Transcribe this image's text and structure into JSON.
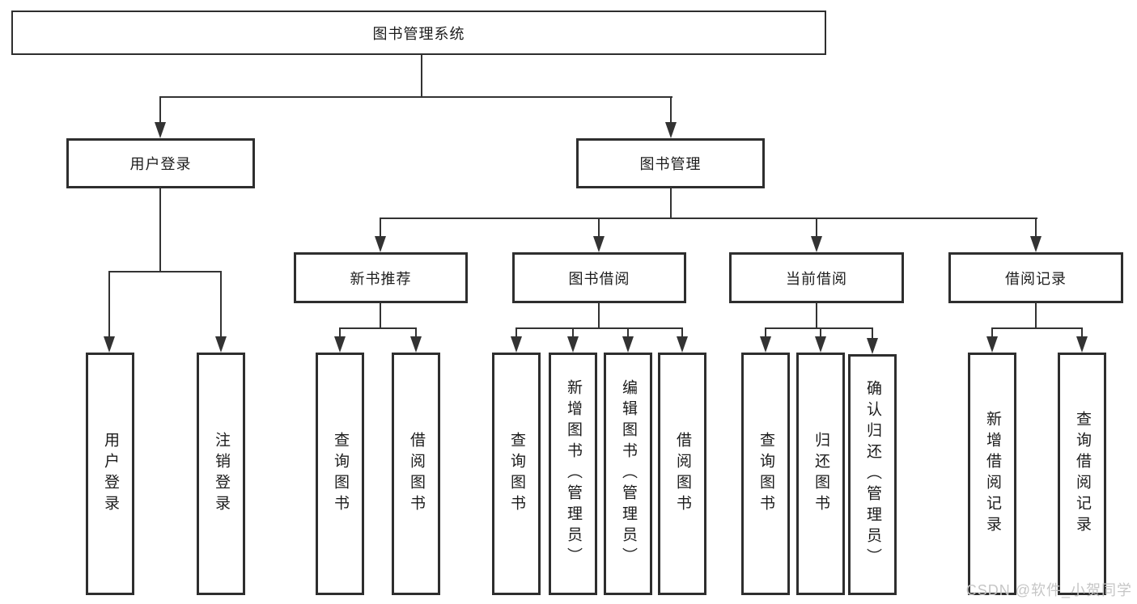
{
  "diagram_title": "图书管理系统",
  "nodes": {
    "root": {
      "label": "图书管理系统"
    },
    "user_login": {
      "label": "用户登录"
    },
    "book_mgmt": {
      "label": "图书管理"
    },
    "new_book_rec": {
      "label": "新书推荐"
    },
    "book_borrow": {
      "label": "图书借阅"
    },
    "current_borrow": {
      "label": "当前借阅"
    },
    "borrow_records": {
      "label": "借阅记录"
    },
    "leaf_user_login": {
      "label": "用户登录"
    },
    "leaf_logout": {
      "label": "注销登录"
    },
    "nb_query_books": {
      "label": "查询图书"
    },
    "nb_borrow_books": {
      "label": "借阅图书"
    },
    "bb_query_books": {
      "label": "查询图书"
    },
    "bb_add_books": {
      "label": "新增图书（管理员）"
    },
    "bb_edit_books": {
      "label": "编辑图书（管理员）"
    },
    "bb_borrow_books": {
      "label": "借阅图书"
    },
    "cb_query_books": {
      "label": "查询图书"
    },
    "cb_return_books": {
      "label": "归还图书"
    },
    "cb_confirm_return": {
      "label": "确认归还（管理员）"
    },
    "br_add_record": {
      "label": "新增借阅记录"
    },
    "br_query_record": {
      "label": "查询借阅记录"
    }
  },
  "hierarchy": {
    "图书管理系统": [
      "用户登录",
      "图书管理"
    ],
    "用户登录": [
      "用户登录",
      "注销登录"
    ],
    "图书管理": [
      "新书推荐",
      "图书借阅",
      "当前借阅",
      "借阅记录"
    ],
    "新书推荐": [
      "查询图书",
      "借阅图书"
    ],
    "图书借阅": [
      "查询图书",
      "新增图书（管理员）",
      "编辑图书（管理员）",
      "借阅图书"
    ],
    "当前借阅": [
      "查询图书",
      "归还图书",
      "确认归还（管理员）"
    ],
    "借阅记录": [
      "新增借阅记录",
      "查询借阅记录"
    ]
  },
  "watermark": {
    "text": "CSDN @软件_小贺同学"
  },
  "colors": {
    "line": "#333333",
    "box_border": "#2e2e2e",
    "text": "#1c1c1c",
    "background": "#ffffff",
    "watermark": "#c6c6c6"
  }
}
